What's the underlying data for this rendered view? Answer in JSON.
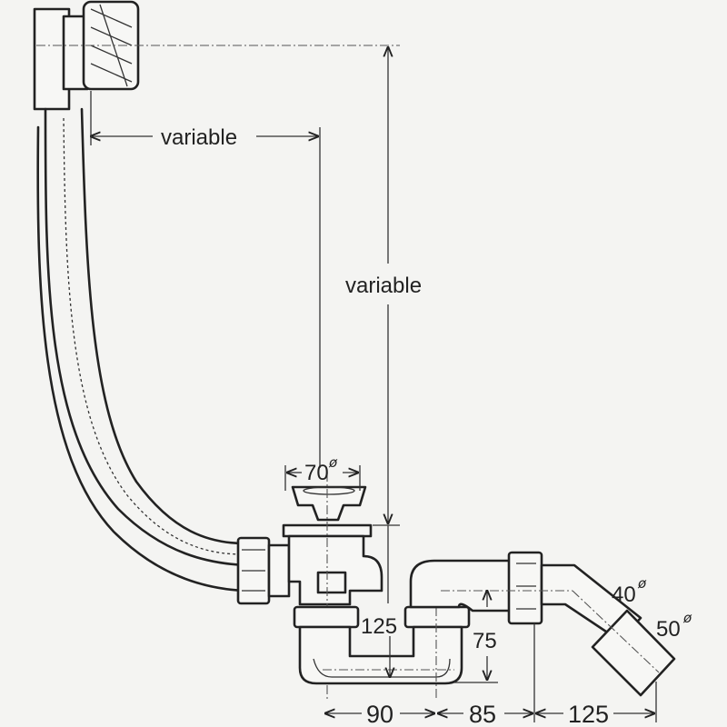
{
  "labels": {
    "variable_horizontal": "variable",
    "variable_vertical": "variable",
    "drain_diameter": "70",
    "drain_diameter_symbol": "ø",
    "trap_depth": "125",
    "water_seal": "75",
    "outlet_inner_diameter": "40",
    "outlet_inner_symbol": "ø",
    "outlet_outer_diameter": "50",
    "outlet_outer_symbol": "ø",
    "dim_90": "90",
    "dim_85": "85",
    "dim_125": "125"
  }
}
